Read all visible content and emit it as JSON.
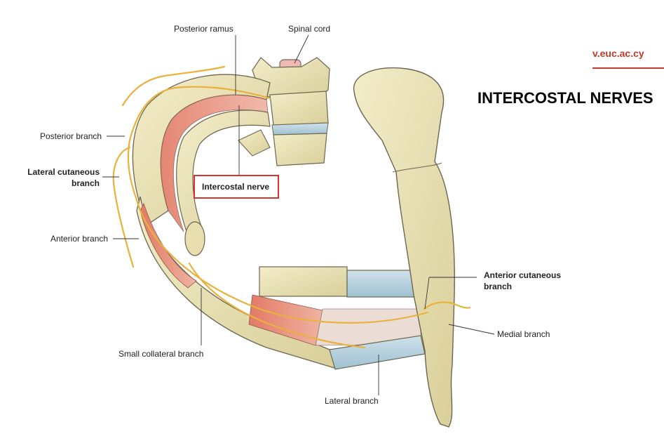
{
  "slide": {
    "title": "INTERCOSTAL NERVES",
    "site": "v.euc.ac.cy",
    "accent_color": "#c0392b"
  },
  "figure": {
    "labels": {
      "posterior_ramus": "Posterior ramus",
      "spinal_cord": "Spinal cord",
      "posterior_branch": "Posterior branch",
      "lateral_cutaneous_line1": "Lateral cutaneous",
      "lateral_cutaneous_line2": "branch",
      "intercostal_nerve": "Intercostal nerve",
      "anterior_branch": "Anterior branch",
      "anterior_cutaneous_line1": "Anterior cutaneous",
      "anterior_cutaneous_line2": "branch",
      "medial_branch": "Medial branch",
      "small_collateral_branch": "Small collateral branch",
      "lateral_branch": "Lateral branch"
    },
    "colors": {
      "bone": "#ebe3b8",
      "bone_outline": "#6b6650",
      "muscle": "#e9957f",
      "nerve": "#e8b23c",
      "cartilage": "#b9d3df",
      "highlight": "#d6332c"
    }
  }
}
